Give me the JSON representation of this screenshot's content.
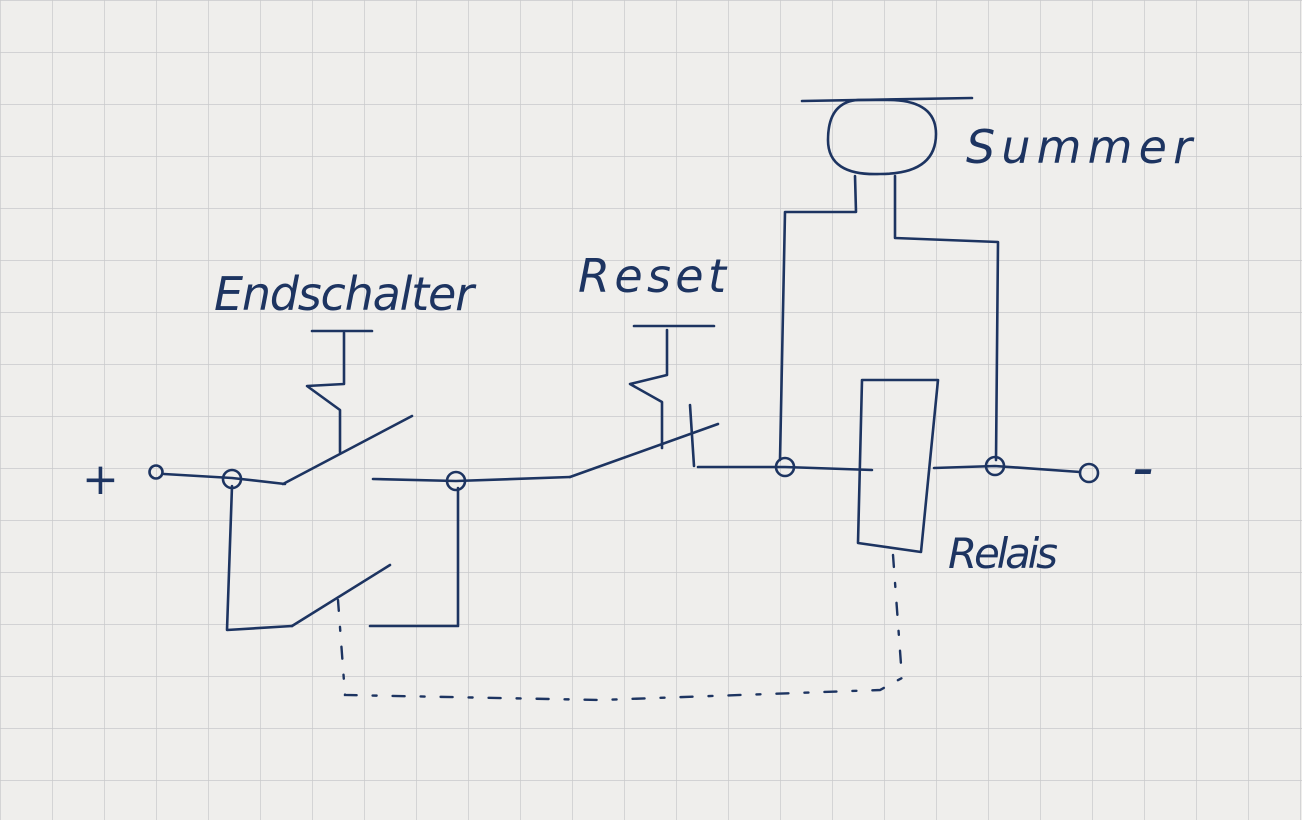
{
  "labels": {
    "plus": "+",
    "minus": "-",
    "limit_switch": "Endschalter",
    "reset": "Reset",
    "buzzer": "Summer",
    "relay": "Relais"
  },
  "colors": {
    "ink": "#1d3461",
    "paper": "#efeeec",
    "grid": "#c9c9cb"
  }
}
